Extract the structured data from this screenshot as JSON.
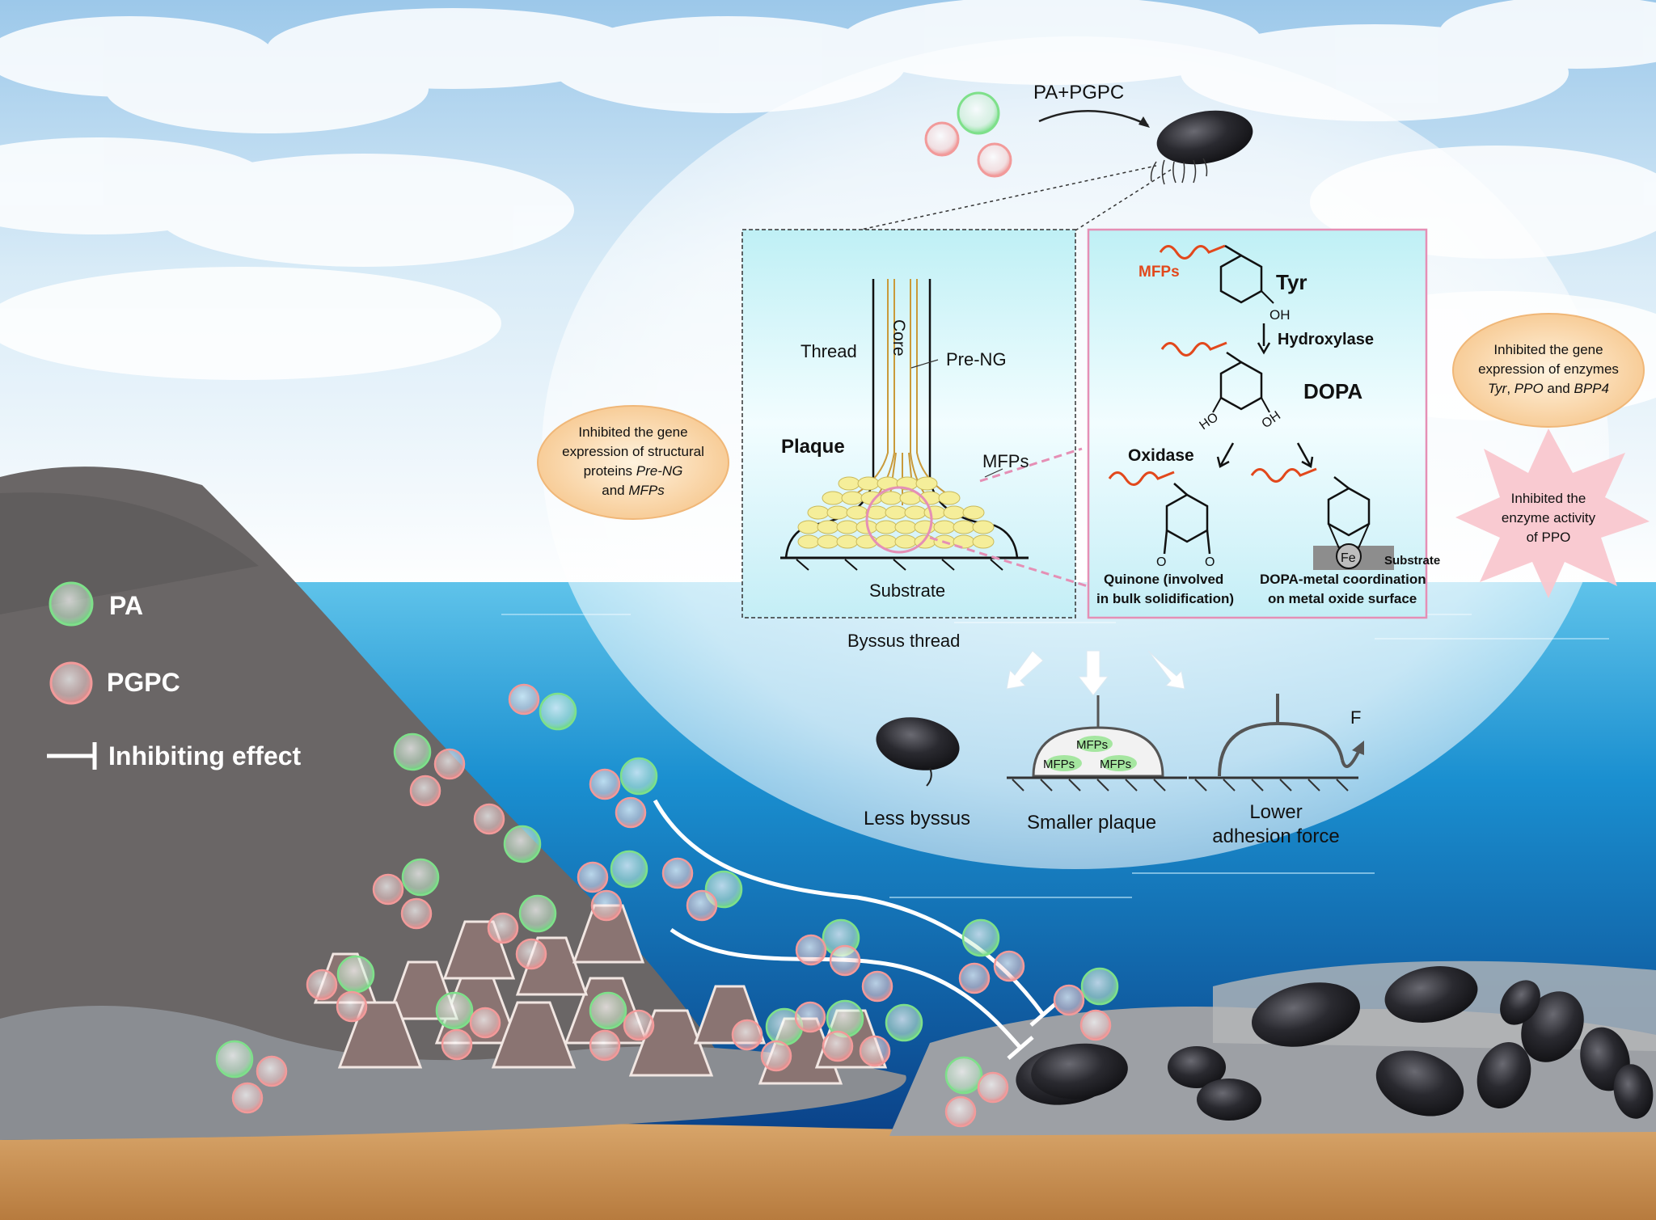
{
  "legend": {
    "pa": "PA",
    "pgpc": "PGPC",
    "inhibit": "Inhibiting effect"
  },
  "treatment": "PA+PGPC",
  "byssus_panel": {
    "thread": "Thread",
    "core": "Core",
    "pre_ng": "Pre-NG",
    "plaque": "Plaque",
    "mfps": "MFPs",
    "substrate": "Substrate",
    "caption": "Byssus thread"
  },
  "chem_panel": {
    "mfps": "MFPs",
    "tyr": "Tyr",
    "hydroxylase": "Hydroxylase",
    "dopa": "DOPA",
    "ho": "HO",
    "oh": "OH",
    "oxidase": "Oxidase",
    "fe": "Fe",
    "substrate": "Substrate",
    "quinone_1": "Quinone (involved",
    "quinone_2": "in bulk solidification)",
    "coord_1": "DOPA-metal coordination",
    "coord_2": "on metal oxide surface"
  },
  "callout_left": {
    "l1": "Inhibited  the gene",
    "l2": "expression of  structural",
    "l3a": "proteins ",
    "l3b": "Pre-NG",
    "l4a": "and ",
    "l4b": "MFPs"
  },
  "callout_right": {
    "l1": "Inhibited the gene",
    "l2": "expression of  enzymes",
    "l3a": "Tyr",
    "l3b": ", ",
    "l3c": "PPO",
    "l3d": " and ",
    "l3e": "BPP4"
  },
  "star_callout": {
    "l1": "Inhibited the",
    "l2": "enzyme activity",
    "l3": "of PPO"
  },
  "outcomes": {
    "less_byssus": "Less byssus",
    "smaller_plaque": "Smaller plaque",
    "plaque_mfps": "MFPs",
    "lower_1": "Lower",
    "lower_2": "adhesion force",
    "force": "F"
  },
  "colors": {
    "pa_green": "#7ee08a",
    "pgpc_pink": "#f29a9a",
    "mfp_red": "#e2481c",
    "pink_border": "#e58fb5",
    "fiber_gold": "#c99a3a",
    "plaque_yellow": "#f5ee9a"
  }
}
